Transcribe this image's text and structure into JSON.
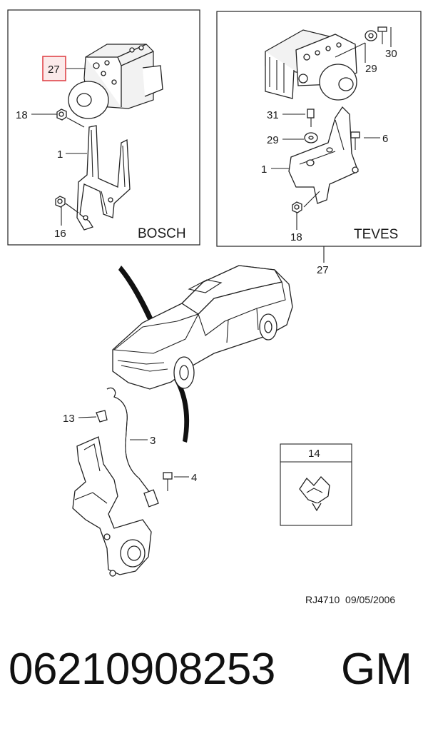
{
  "diagram": {
    "panels": {
      "left_brand": "BOSCH",
      "right_brand": "TEVES",
      "right_assembly_ref": "27",
      "clip_box_ref": "14"
    },
    "callouts": {
      "left": {
        "highlighted": "27",
        "c18": "18",
        "c1": "1",
        "c16": "16"
      },
      "right": {
        "c30": "30",
        "c29_top": "29",
        "c31": "31",
        "c29": "29",
        "c6": "6",
        "c1": "1",
        "c18": "18"
      },
      "lower": {
        "c13": "13",
        "c3": "3",
        "c4": "4"
      }
    },
    "highlight_color": "#e0454a",
    "footer_ref": "RJ4710  09/05/2006",
    "part_number": "06210908253",
    "brand": "GM"
  }
}
